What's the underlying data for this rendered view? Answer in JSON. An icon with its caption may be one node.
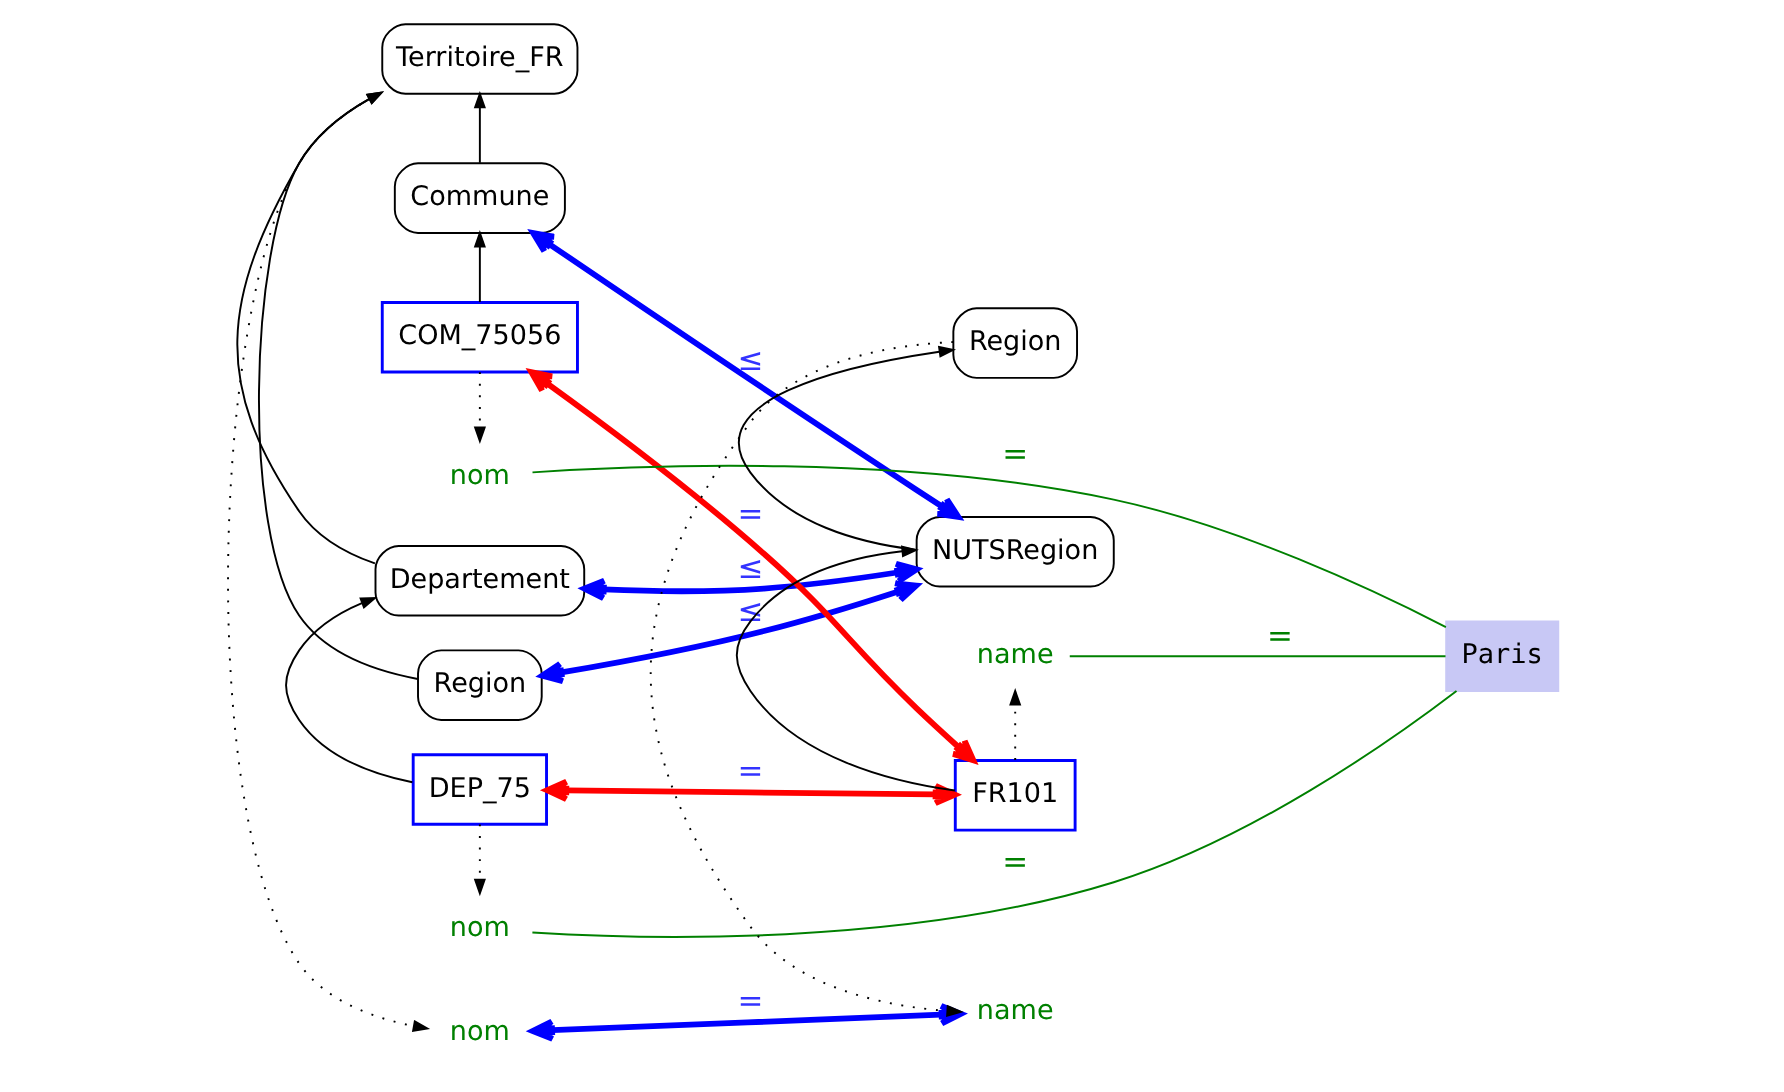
{
  "diagram": {
    "nodes": [
      {
        "text": [
          "Territoire_FR"
        ]
      },
      {
        "text": [
          "nom"
        ]
      },
      {
        "text": [
          "Region"
        ]
      },
      {
        "text": [
          "Departement"
        ]
      },
      {
        "text": [
          "DEP_75"
        ]
      },
      {
        "text": [
          "nom"
        ]
      },
      {
        "text": [
          "Commune"
        ]
      },
      {
        "text": [
          "COM_75056"
        ]
      },
      {
        "text": [
          "nom"
        ]
      },
      {
        "text": [
          "Region"
        ]
      },
      {
        "text": [
          "name"
        ]
      },
      {
        "text": [
          "NUTSRegion"
        ]
      },
      {
        "text": [
          "FR101"
        ]
      },
      {
        "text": [
          "name"
        ]
      },
      {
        "text": [
          "Paris"
        ]
      }
    ],
    "edges": [
      {
        "from": 2,
        "to": 0,
        "arrow": "to"
      },
      {
        "from": 3,
        "to": 0,
        "arrow": "to"
      },
      {
        "from": 6,
        "to": 0,
        "arrow": "to"
      },
      {
        "from": 0,
        "to": 1,
        "arrow": "to",
        "style": "dashed"
      },
      {
        "from": 4,
        "to": 3,
        "arrow": "to"
      },
      {
        "from": 4,
        "to": 5,
        "arrow": "to",
        "style": "dashed"
      },
      {
        "from": 7,
        "to": 6,
        "arrow": "to"
      },
      {
        "from": 7,
        "to": 8,
        "arrow": "to",
        "style": "dashed"
      },
      {
        "from": 11,
        "to": 9,
        "arrow": "to"
      },
      {
        "from": 9,
        "to": 10,
        "arrow": "to",
        "style": "dashed"
      },
      {
        "from": 12,
        "to": 11,
        "arrow": "to"
      },
      {
        "from": 12,
        "to": 13,
        "arrow": "to",
        "style": "dashed"
      },
      {
        "from": 1,
        "to": 10,
        "arrow": "both",
        "label": "=",
        "style": "thick",
        "color": "#0000ff"
      },
      {
        "from": 2,
        "to": 11,
        "arrow": "both",
        "label": "≤",
        "style": "thick",
        "color": "#0000ff"
      },
      {
        "from": 3,
        "to": 11,
        "arrow": "both",
        "label": "≤",
        "style": "thick",
        "color": "#0000ff"
      },
      {
        "from": 6,
        "to": 11,
        "arrow": "both",
        "label": "≤",
        "style": "thick",
        "color": "#0000ff"
      },
      {
        "from": 4,
        "to": 12,
        "arrow": "both",
        "label": "=",
        "style": "thick",
        "color": "#ff0000"
      },
      {
        "from": 7,
        "to": 12,
        "arrow": "both",
        "label": "=",
        "style": "thick",
        "color": "#ff0000"
      },
      {
        "from": 5,
        "to": 14,
        "arrow": "none",
        "label": "=",
        "color": "#008000"
      },
      {
        "from": 13,
        "to": 14,
        "arrow": "none",
        "label": "=",
        "color": "#008000"
      },
      {
        "from": 8,
        "to": 14,
        "arrow": "none",
        "label": "=",
        "color": "#008000"
      }
    ]
  }
}
